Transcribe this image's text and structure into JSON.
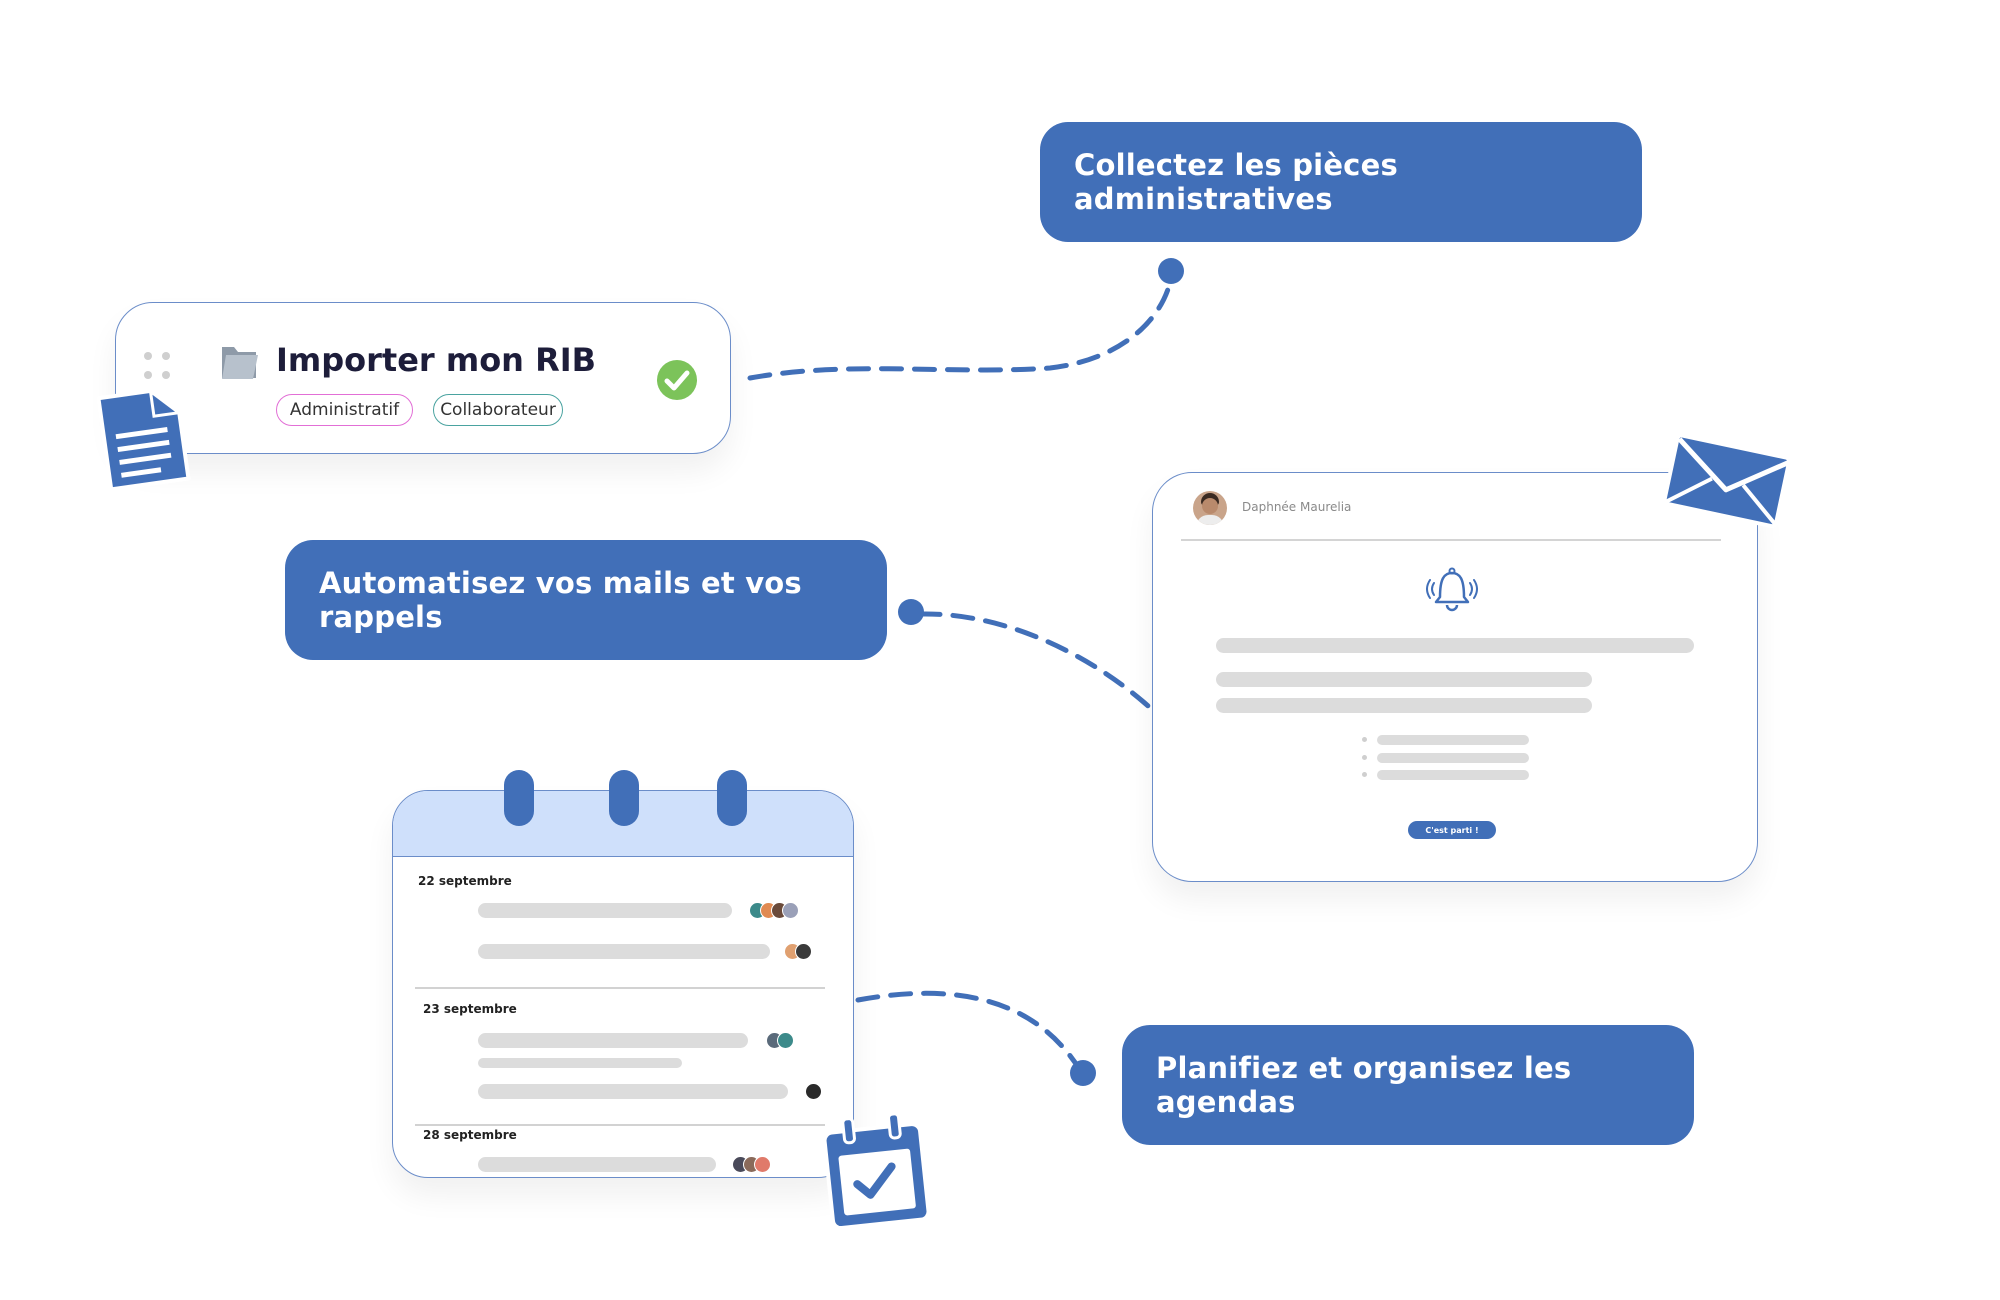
{
  "callouts": {
    "collect": "Collectez les pièces administratives",
    "automate": "Automatisez vos mails et vos rappels",
    "plan": "Planifiez et organisez les agendas"
  },
  "task_card": {
    "title": "Importer mon RIB",
    "tags": [
      "Administratif",
      "Collaborateur"
    ],
    "status": "completed"
  },
  "email_card": {
    "sender": "Daphnée Maurelia",
    "button_label": "C'est parti !"
  },
  "calendar": {
    "days": [
      {
        "label": "22 septembre"
      },
      {
        "label": "23 septembre"
      },
      {
        "label": "28 septembre"
      }
    ]
  },
  "colors": {
    "brand_blue": "#416fb8",
    "calendar_header": "#cfe0fb",
    "check_green": "#7cc35a",
    "tag_administratif": "#e26fd6",
    "tag_collaborateur": "#4aa3a0"
  },
  "icons": [
    "folder-icon",
    "check-circle-icon",
    "document-icon",
    "envelope-icon",
    "bell-icon",
    "calendar-check-icon",
    "drag-handle-icon"
  ]
}
